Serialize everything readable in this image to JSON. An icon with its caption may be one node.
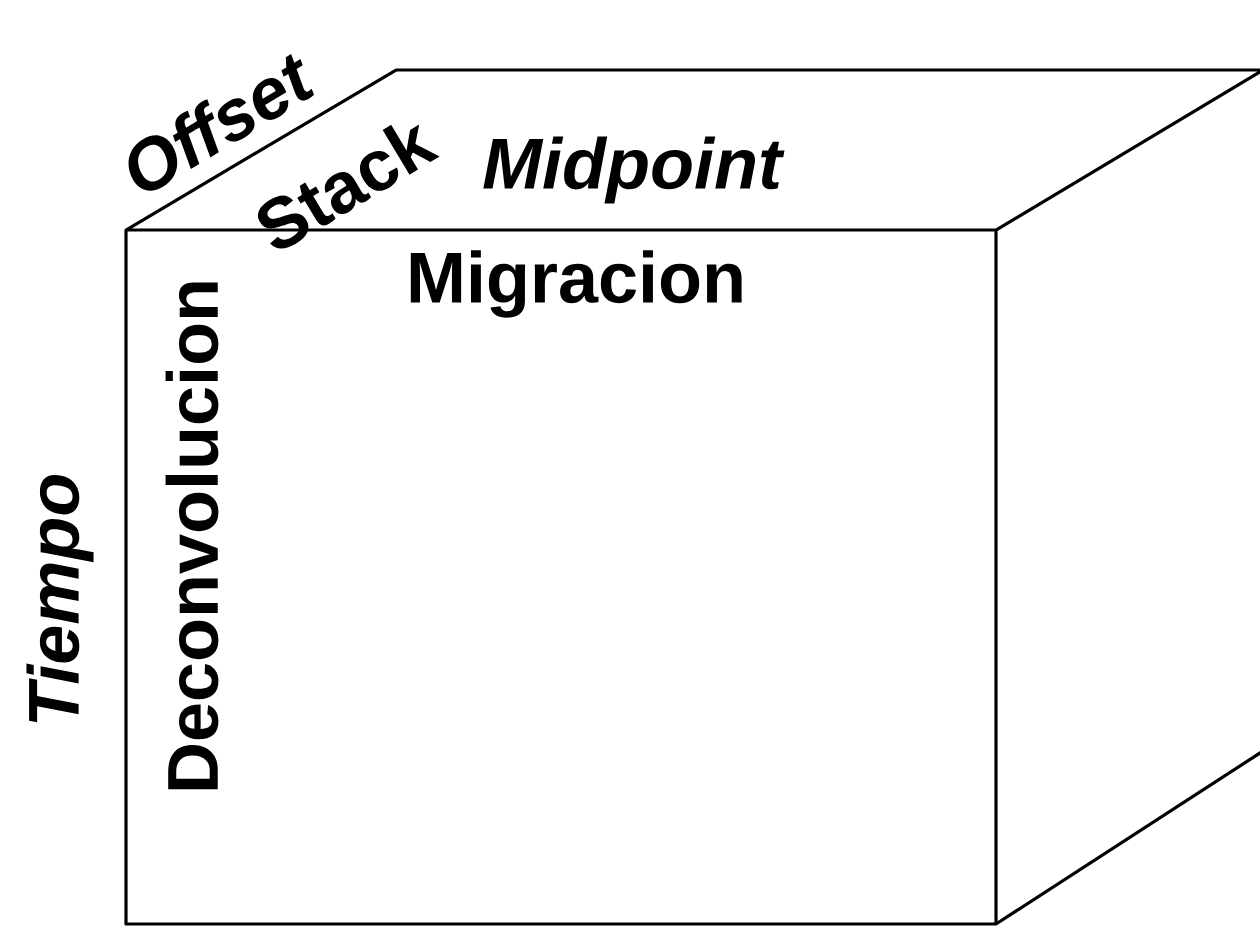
{
  "diagram": {
    "labels": [
      "Offset",
      "Stack",
      "Midpoint",
      "Migracion",
      "Tiempo",
      "Deconvolucion"
    ]
  }
}
